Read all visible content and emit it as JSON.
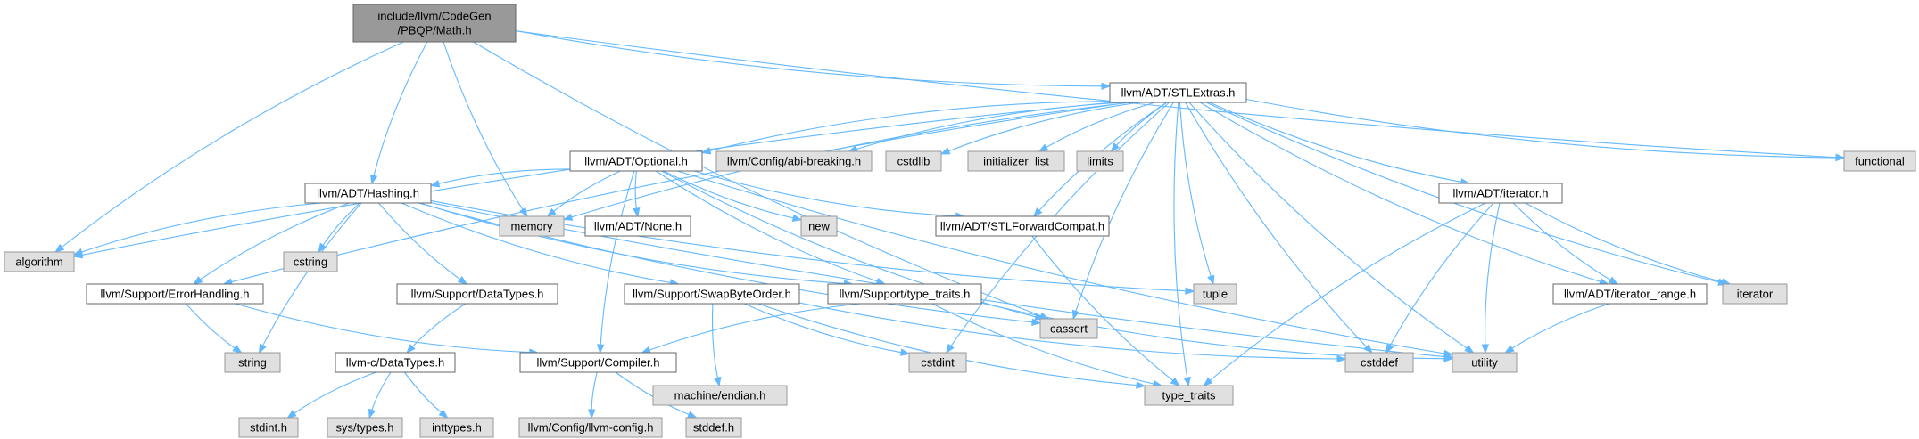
{
  "colors": {
    "root_fill": "#999999",
    "root_stroke": "#666666",
    "linked_fill": "#ffffff",
    "linked_stroke": "#666666",
    "external_fill": "#e0e0e0",
    "external_stroke": "#999999",
    "edge": "#63b8ff"
  },
  "nodes": [
    {
      "id": "root",
      "style": "root",
      "lines": [
        "include/llvm/CodeGen",
        "/PBQP/Math.h"
      ]
    },
    {
      "id": "stlextras",
      "style": "linked",
      "lines": [
        "llvm/ADT/STLExtras.h"
      ]
    },
    {
      "id": "functional",
      "style": "external",
      "lines": [
        "functional"
      ]
    },
    {
      "id": "optional",
      "style": "linked",
      "lines": [
        "llvm/ADT/Optional.h"
      ]
    },
    {
      "id": "abibreaking",
      "style": "external",
      "lines": [
        "llvm/Config/abi-breaking.h"
      ]
    },
    {
      "id": "cstdlib",
      "style": "external",
      "lines": [
        "cstdlib"
      ]
    },
    {
      "id": "initlist",
      "style": "external",
      "lines": [
        "initializer_list"
      ]
    },
    {
      "id": "limits",
      "style": "external",
      "lines": [
        "limits"
      ]
    },
    {
      "id": "hashing",
      "style": "linked",
      "lines": [
        "llvm/ADT/Hashing.h"
      ]
    },
    {
      "id": "memory",
      "style": "external",
      "lines": [
        "memory"
      ]
    },
    {
      "id": "none",
      "style": "linked",
      "lines": [
        "llvm/ADT/None.h"
      ]
    },
    {
      "id": "new",
      "style": "external",
      "lines": [
        "new"
      ]
    },
    {
      "id": "stlfwd",
      "style": "linked",
      "lines": [
        "llvm/ADT/STLForwardCompat.h"
      ]
    },
    {
      "id": "iteratorh",
      "style": "linked",
      "lines": [
        "llvm/ADT/iterator.h"
      ]
    },
    {
      "id": "algorithm",
      "style": "external",
      "lines": [
        "algorithm"
      ]
    },
    {
      "id": "errorhandling",
      "style": "linked",
      "lines": [
        "llvm/Support/ErrorHandling.h"
      ]
    },
    {
      "id": "cstring",
      "style": "external",
      "lines": [
        "cstring"
      ]
    },
    {
      "id": "datatypes",
      "style": "linked",
      "lines": [
        "llvm/Support/DataTypes.h"
      ]
    },
    {
      "id": "swapbyte",
      "style": "linked",
      "lines": [
        "llvm/Support/SwapByteOrder.h"
      ]
    },
    {
      "id": "typetraitsh",
      "style": "linked",
      "lines": [
        "llvm/Support/type_traits.h"
      ]
    },
    {
      "id": "cassert",
      "style": "external",
      "lines": [
        "cassert"
      ]
    },
    {
      "id": "tuple",
      "style": "external",
      "lines": [
        "tuple"
      ]
    },
    {
      "id": "iterrange",
      "style": "linked",
      "lines": [
        "llvm/ADT/iterator_range.h"
      ]
    },
    {
      "id": "iterator",
      "style": "external",
      "lines": [
        "iterator"
      ]
    },
    {
      "id": "string",
      "style": "external",
      "lines": [
        "string"
      ]
    },
    {
      "id": "cdatatypes",
      "style": "linked",
      "lines": [
        "llvm-c/DataTypes.h"
      ]
    },
    {
      "id": "compiler",
      "style": "linked",
      "lines": [
        "llvm/Support/Compiler.h"
      ]
    },
    {
      "id": "endian",
      "style": "external",
      "lines": [
        "machine/endian.h"
      ]
    },
    {
      "id": "cstdint",
      "style": "external",
      "lines": [
        "cstdint"
      ]
    },
    {
      "id": "typetraits",
      "style": "external",
      "lines": [
        "type_traits"
      ]
    },
    {
      "id": "cstddef",
      "style": "external",
      "lines": [
        "cstddef"
      ]
    },
    {
      "id": "utility",
      "style": "external",
      "lines": [
        "utility"
      ]
    },
    {
      "id": "stdint",
      "style": "external",
      "lines": [
        "stdint.h"
      ]
    },
    {
      "id": "systypes",
      "style": "external",
      "lines": [
        "sys/types.h"
      ]
    },
    {
      "id": "inttypes",
      "style": "external",
      "lines": [
        "inttypes.h"
      ]
    },
    {
      "id": "llvmconfig",
      "style": "external",
      "lines": [
        "llvm/Config/llvm-config.h"
      ]
    },
    {
      "id": "stddef",
      "style": "external",
      "lines": [
        "stddef.h"
      ]
    }
  ],
  "edges": [
    [
      "root",
      "stlextras"
    ],
    [
      "root",
      "functional"
    ],
    [
      "root",
      "hashing"
    ],
    [
      "root",
      "memory"
    ],
    [
      "root",
      "algorithm"
    ],
    [
      "root",
      "cassert"
    ],
    [
      "stlextras",
      "optional"
    ],
    [
      "stlextras",
      "abibreaking"
    ],
    [
      "stlextras",
      "cstdlib"
    ],
    [
      "stlextras",
      "initlist"
    ],
    [
      "stlextras",
      "limits"
    ],
    [
      "stlextras",
      "memory"
    ],
    [
      "stlextras",
      "stlfwd"
    ],
    [
      "stlextras",
      "iteratorh"
    ],
    [
      "stlextras",
      "iterrange"
    ],
    [
      "stlextras",
      "functional"
    ],
    [
      "stlextras",
      "algorithm"
    ],
    [
      "stlextras",
      "errorhandling"
    ],
    [
      "stlextras",
      "cassert"
    ],
    [
      "stlextras",
      "tuple"
    ],
    [
      "stlextras",
      "cstdint"
    ],
    [
      "stlextras",
      "typetraits"
    ],
    [
      "stlextras",
      "cstddef"
    ],
    [
      "stlextras",
      "utility"
    ],
    [
      "stlextras",
      "iterator"
    ],
    [
      "optional",
      "hashing"
    ],
    [
      "optional",
      "memory"
    ],
    [
      "optional",
      "none"
    ],
    [
      "optional",
      "new"
    ],
    [
      "optional",
      "stlfwd"
    ],
    [
      "optional",
      "compiler"
    ],
    [
      "optional",
      "typetraitsh"
    ],
    [
      "optional",
      "cassert"
    ],
    [
      "optional",
      "utility"
    ],
    [
      "hashing",
      "algorithm"
    ],
    [
      "hashing",
      "errorhandling"
    ],
    [
      "hashing",
      "cstring"
    ],
    [
      "hashing",
      "string"
    ],
    [
      "hashing",
      "datatypes"
    ],
    [
      "hashing",
      "swapbyte"
    ],
    [
      "hashing",
      "typetraitsh"
    ],
    [
      "hashing",
      "cassert"
    ],
    [
      "hashing",
      "tuple"
    ],
    [
      "hashing",
      "utility"
    ],
    [
      "stlfwd",
      "typetraits"
    ],
    [
      "iteratorh",
      "iterrange"
    ],
    [
      "iteratorh",
      "iterator"
    ],
    [
      "iteratorh",
      "typetraits"
    ],
    [
      "iteratorh",
      "cstddef"
    ],
    [
      "iteratorh",
      "utility"
    ],
    [
      "iterrange",
      "utility"
    ],
    [
      "errorhandling",
      "compiler"
    ],
    [
      "errorhandling",
      "string"
    ],
    [
      "datatypes",
      "cdatatypes"
    ],
    [
      "swapbyte",
      "endian"
    ],
    [
      "swapbyte",
      "cstdint"
    ],
    [
      "swapbyte",
      "typetraits"
    ],
    [
      "swapbyte",
      "cstddef"
    ],
    [
      "typetraitsh",
      "compiler"
    ],
    [
      "typetraitsh",
      "typetraits"
    ],
    [
      "typetraitsh",
      "utility"
    ],
    [
      "cdatatypes",
      "stdint"
    ],
    [
      "cdatatypes",
      "systypes"
    ],
    [
      "cdatatypes",
      "inttypes"
    ],
    [
      "compiler",
      "llvmconfig"
    ],
    [
      "compiler",
      "stddef"
    ]
  ]
}
